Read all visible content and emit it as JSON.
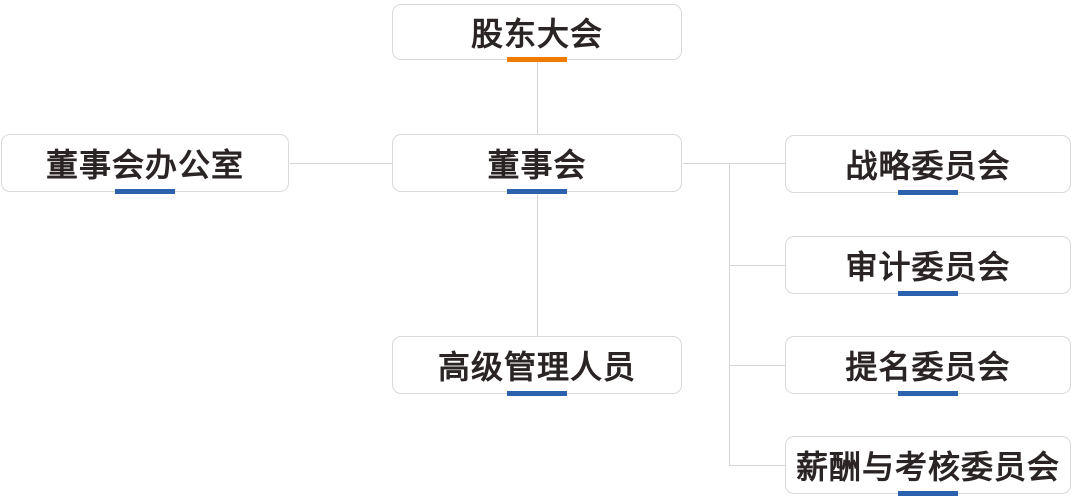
{
  "colors": {
    "accent_orange": "#ef7b00",
    "accent_blue": "#2b61ad",
    "connector": "#d5d5d5",
    "box_border": "#d9d9d9",
    "text": "#2a2424",
    "background": "#ffffff"
  },
  "nodes": {
    "shareholders": {
      "label": "股东大会",
      "accent": "accent_orange"
    },
    "board_office": {
      "label": "董事会办公室",
      "accent": "accent_blue"
    },
    "board": {
      "label": "董事会",
      "accent": "accent_blue"
    },
    "senior_management": {
      "label": "高级管理人员",
      "accent": "accent_blue"
    },
    "strategy_committee": {
      "label": "战略委员会",
      "accent": "accent_blue"
    },
    "audit_committee": {
      "label": "审计委员会",
      "accent": "accent_blue"
    },
    "nomination_committee": {
      "label": "提名委员会",
      "accent": "accent_blue"
    },
    "remuneration_committee": {
      "label": "薪酬与考核委员会",
      "accent": "accent_blue"
    }
  },
  "edges": [
    {
      "from": "shareholders",
      "to": "board"
    },
    {
      "from": "board",
      "to": "board_office"
    },
    {
      "from": "board",
      "to": "senior_management"
    },
    {
      "from": "board",
      "to": "strategy_committee"
    },
    {
      "from": "board",
      "to": "audit_committee"
    },
    {
      "from": "board",
      "to": "nomination_committee"
    },
    {
      "from": "board",
      "to": "remuneration_committee"
    }
  ]
}
